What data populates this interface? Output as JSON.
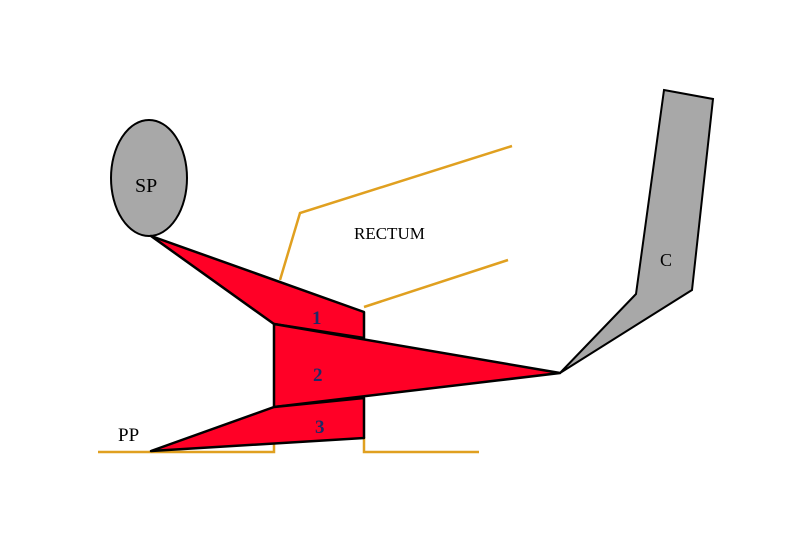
{
  "labels": {
    "sp": "SP",
    "rectum": "RECTUM",
    "c": "C",
    "pp": "PP"
  },
  "segments": {
    "one": "1",
    "two": "2",
    "three": "3"
  },
  "colors": {
    "muscle": "#ff0026",
    "outline": "#000000",
    "bone": "#a8a8a8",
    "rectum_wall": "#e0a020",
    "number_text": "#1e2a66"
  }
}
